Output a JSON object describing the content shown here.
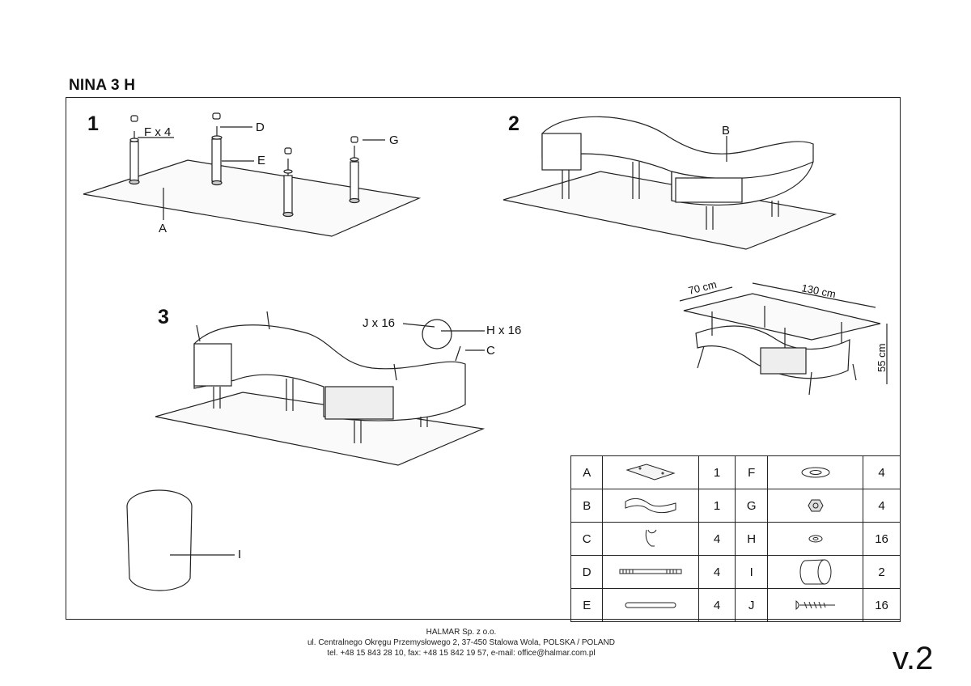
{
  "document": {
    "title": "NINA 3 H",
    "version": "v.2"
  },
  "steps": [
    "1",
    "2",
    "3"
  ],
  "callouts": {
    "step1": {
      "f": "F x 4",
      "d": "D",
      "e": "E",
      "g": "G",
      "a": "A"
    },
    "step2": {
      "b": "B"
    },
    "step3": {
      "j": "J x 16",
      "h": "H x 16",
      "c": "C"
    },
    "ottoman": {
      "i": "I"
    }
  },
  "dimensions": {
    "depth": "70 cm",
    "width": "130 cm",
    "height": "55 cm"
  },
  "parts": [
    {
      "letter": "A",
      "icon": "glass-top-icon",
      "qty": "1"
    },
    {
      "letter": "B",
      "icon": "s-frame-icon",
      "qty": "1"
    },
    {
      "letter": "C",
      "icon": "bracket-hook-icon",
      "qty": "4"
    },
    {
      "letter": "D",
      "icon": "threaded-rod-icon",
      "qty": "4"
    },
    {
      "letter": "E",
      "icon": "tube-icon",
      "qty": "4"
    },
    {
      "letter": "F",
      "icon": "ring-washer-icon",
      "qty": "4"
    },
    {
      "letter": "G",
      "icon": "nut-icon",
      "qty": "4"
    },
    {
      "letter": "H",
      "icon": "small-washer-icon",
      "qty": "16"
    },
    {
      "letter": "I",
      "icon": "ottoman-icon",
      "qty": "2"
    },
    {
      "letter": "J",
      "icon": "screw-icon",
      "qty": "16"
    }
  ],
  "footer": {
    "company": "HALMAR Sp. z o.o.",
    "address": "ul. Centralnego Okręgu Przemysłowego 2, 37-450 Stalowa Wola, POLSKA / POLAND",
    "contact": "tel. +48 15 843 28 10, fax: +48 15 842 19 57, e-mail: office@halmar.com.pl"
  }
}
